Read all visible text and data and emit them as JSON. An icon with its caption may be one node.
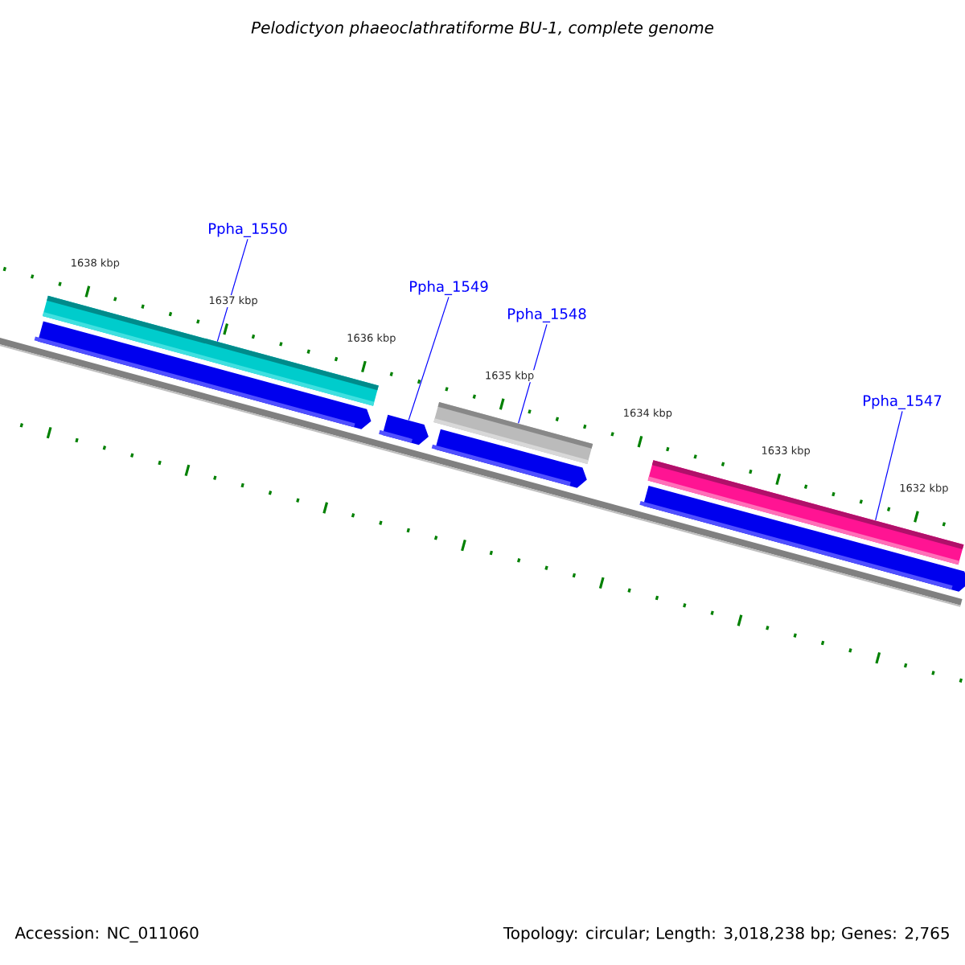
{
  "diagram": {
    "title": "Pelodictyon phaeoclathratiforme BU-1, complete genome",
    "nodes": [
      {
        "text": [
          "Ppha_1550"
        ]
      },
      {
        "text": [
          "Ppha_1549"
        ]
      },
      {
        "text": [
          "Ppha_1548"
        ]
      },
      {
        "text": [
          "Ppha_1547"
        ]
      },
      {
        "text": [],
        "shape": "bar"
      },
      {
        "text": [],
        "shape": "arrow"
      },
      {
        "text": [],
        "shape": "arrow"
      },
      {
        "text": [],
        "shape": "bar"
      },
      {
        "text": [],
        "shape": "arrow"
      },
      {
        "text": [],
        "shape": "bar"
      },
      {
        "text": [],
        "shape": "arrow"
      }
    ],
    "edges": [
      {
        "from": 0,
        "to": 4,
        "arrow": "none"
      },
      {
        "from": 1,
        "to": 6,
        "arrow": "none"
      },
      {
        "from": 2,
        "to": 7,
        "arrow": "none"
      },
      {
        "from": 3,
        "to": 9,
        "arrow": "none"
      }
    ],
    "labels": [
      "1638 kbp",
      "1637 kbp",
      "1636 kbp",
      "1635 kbp",
      "1634 kbp",
      "1633 kbp",
      "1632 kbp",
      "Accession: NC_011060",
      "Topology: circular; Length: 3,018,238 bp; Genes: 2,765"
    ]
  }
}
